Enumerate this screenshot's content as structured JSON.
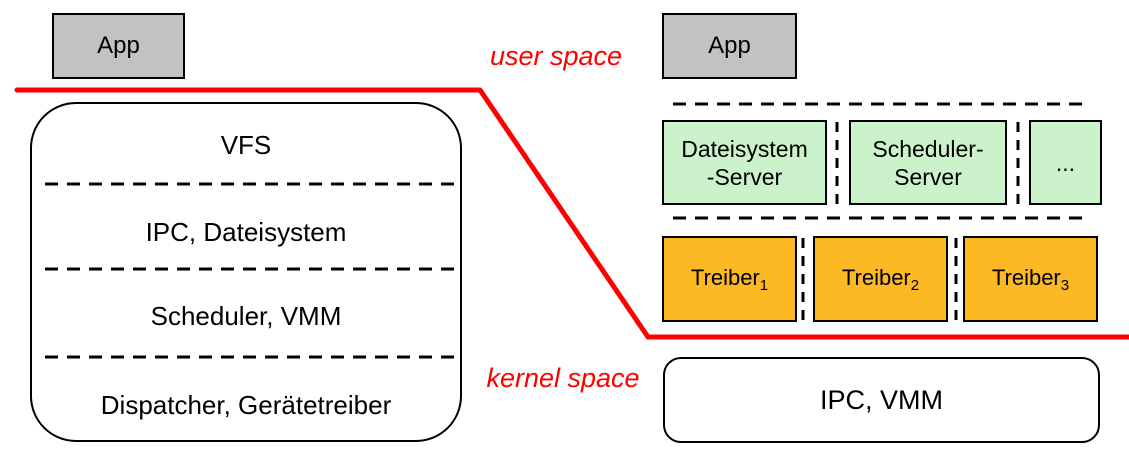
{
  "labels": {
    "user_space": "user space",
    "kernel_space": "kernel space"
  },
  "monolithic": {
    "app_label": "App",
    "layers": [
      "VFS",
      "IPC, Dateisystem",
      "Scheduler, VMM",
      "Dispatcher, Gerätetreiber"
    ]
  },
  "microkernel": {
    "app_label": "App",
    "servers": [
      {
        "line1": "Dateisystem",
        "line2": "-Server"
      },
      {
        "line1": "Scheduler-",
        "line2": "Server"
      },
      {
        "line1": "..."
      }
    ],
    "drivers": [
      {
        "base": "Treiber",
        "subscript": "1"
      },
      {
        "base": "Treiber",
        "subscript": "2"
      },
      {
        "base": "Treiber",
        "subscript": "3"
      }
    ],
    "kernel_box_label": "IPC, VMM"
  },
  "colors": {
    "app_box_fill": "#c2c2c2",
    "server_box_fill": "#ccf2cc",
    "driver_box_fill": "#fdb924",
    "boundary_red": "#ff0000",
    "line_black": "#000000",
    "background": "#ffffff"
  }
}
